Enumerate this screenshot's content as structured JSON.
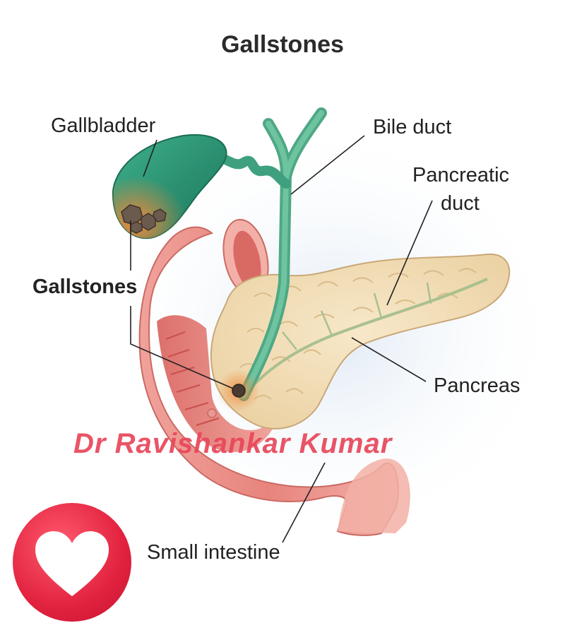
{
  "title": "Gallstones",
  "labels": {
    "gallbladder": "Gallbladder",
    "bile_duct": "Bile duct",
    "pancreatic_duct_line1": "Pancreatic",
    "pancreatic_duct_line2": "duct",
    "gallstones": "Gallstones",
    "pancreas": "Pancreas",
    "small_intestine": "Small intestine"
  },
  "watermark": "Dr Ravishankar Kumar",
  "badge": {
    "icon": "heart-icon"
  },
  "colors": {
    "gallbladder": "#2f9e7e",
    "bile_duct": "#5fb594",
    "pancreas": "#f1dcb3",
    "intestine": "#e88a86",
    "stone": "#6b5a4e",
    "watermark": "#e8465a",
    "badge": "#e2223f"
  }
}
